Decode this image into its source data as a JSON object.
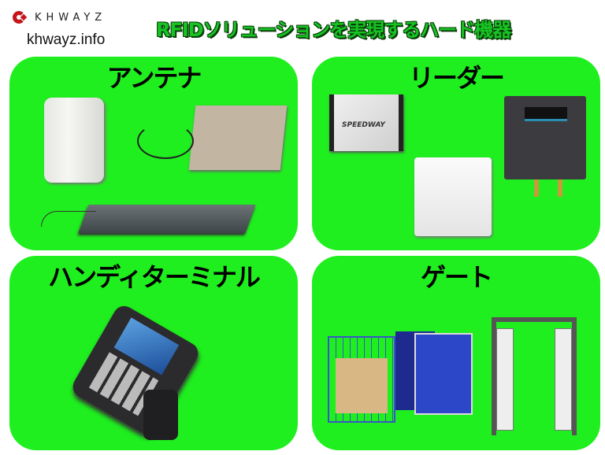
{
  "header": {
    "logo_text": "KHWAYZ",
    "site": "khwayz.info",
    "title": "RFIDソリューションを実現するハード機器"
  },
  "panels": [
    {
      "title": "アンテナ"
    },
    {
      "title": "リーダー",
      "product_label": "SPEEDWAY"
    },
    {
      "title": "ハンディターミナル"
    },
    {
      "title": "ゲート"
    }
  ],
  "colors": {
    "panel": "#1fef1f",
    "title_fill": "#17c423",
    "title_outline": "#0a3d0a",
    "logo": "#c4161c"
  }
}
